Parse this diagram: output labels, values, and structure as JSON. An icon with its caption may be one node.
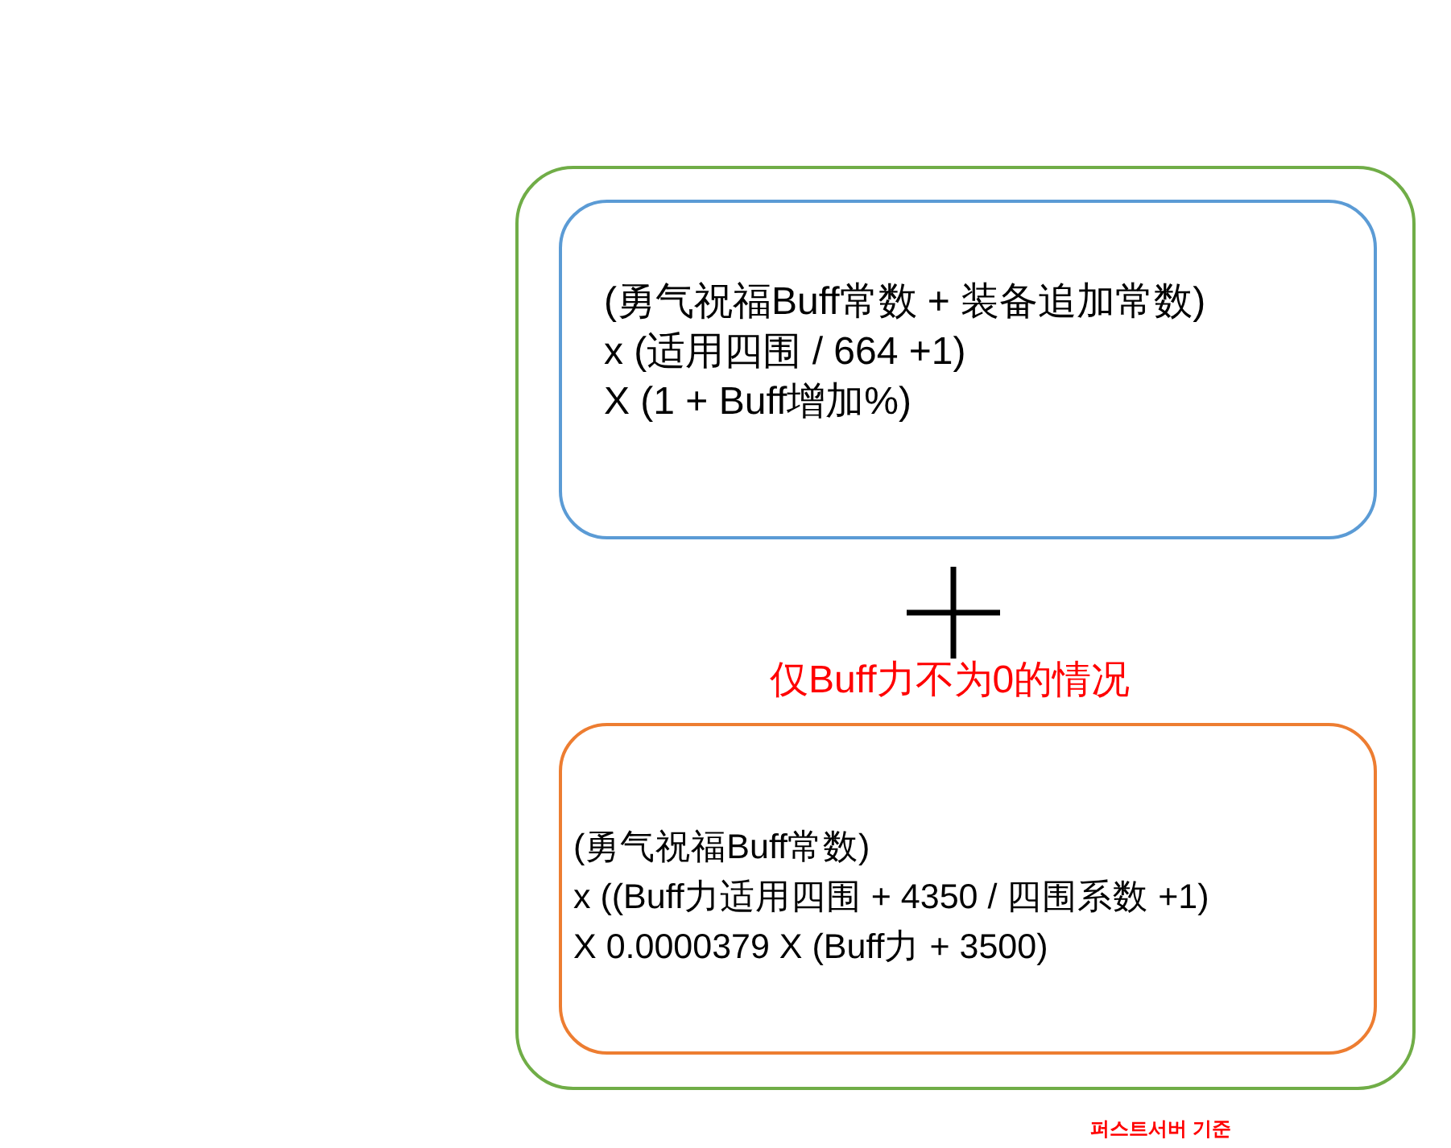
{
  "diagram": {
    "nodes": [
      {
        "text": [],
        "shape": "box"
      },
      {
        "text": [
          "(勇气祝福Buff常数 + 装备追加常数)",
          "x (适用四围 / 664 +1)",
          "X (1 + Buff增加%)"
        ],
        "in": 0
      },
      {
        "text": [
          "(勇气祝福Buff常数)",
          "x ((Buff力适用四围 + 4350 / 四围系数 +1)",
          "X 0.0000379 X (Buff力 + 3500)"
        ],
        "in": 0,
        "beside": [
          "仅Buff力不为0的情况"
        ]
      }
    ],
    "labels": [
      "퍼스트서버 기준"
    ]
  }
}
